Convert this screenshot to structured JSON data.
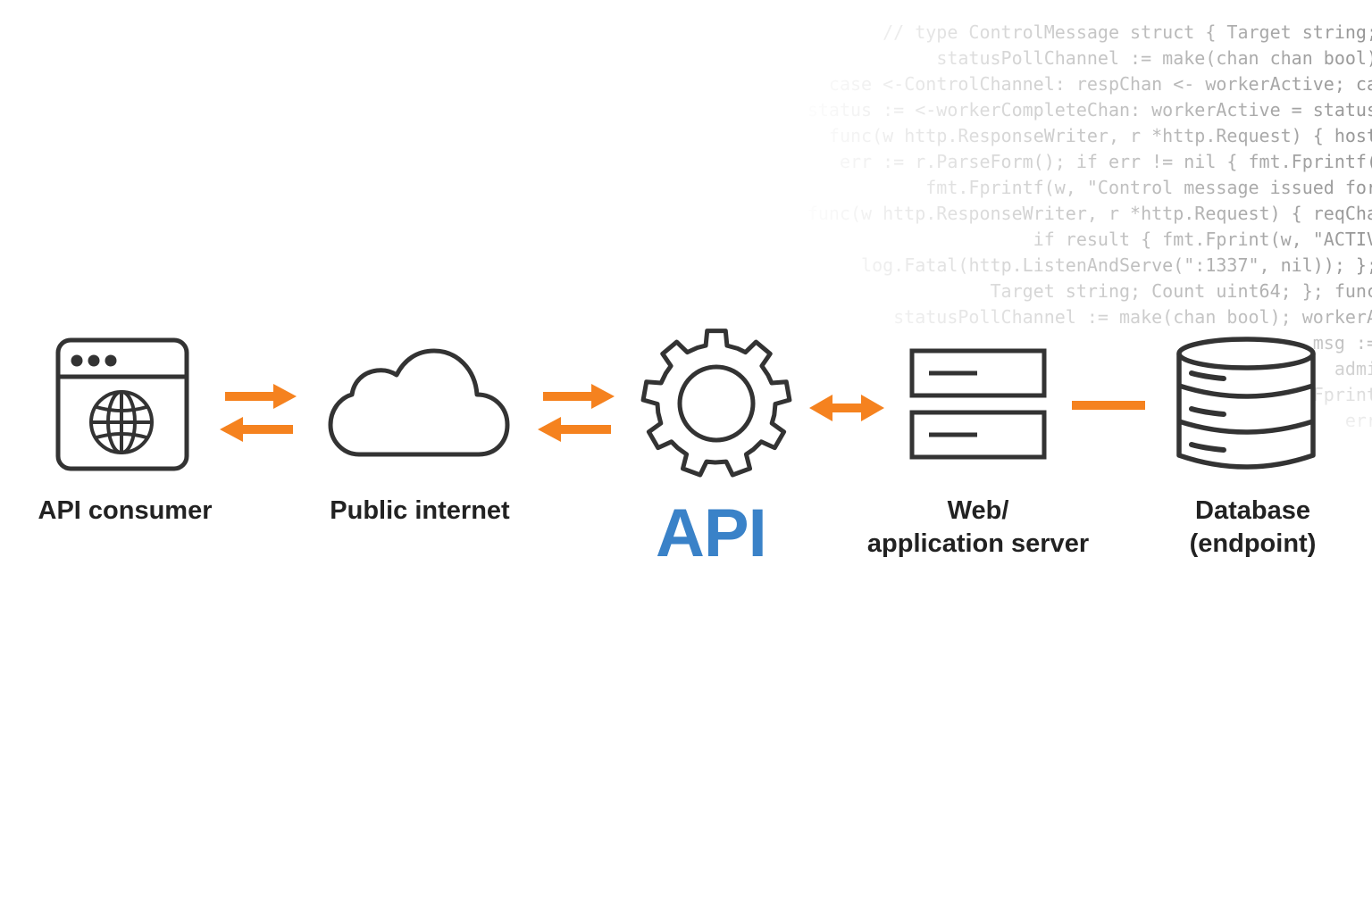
{
  "background_code": [
    "    // type ControlMessage struct { Target string;",
    "        statusPollChannel := make(chan chan bool)",
    "      case <-ControlChannel: respChan <- workerActive; ca",
    "        case status := <-workerCompleteChan: workerActive = status",
    "     func(w http.ResponseWriter, r *http.Request) { host",
    "          err := r.ParseForm(); if err != nil { fmt.Fprintf(",
    "             fmt.Fprintf(w, \"Control message issued for",
    "        func(w http.ResponseWriter, r *http.Request) { reqCha",
    "          if result { fmt.Fprint(w, \"ACTIV",
    "        log.Fatal(http.ListenAndServe(\":1337\", nil)); };",
    "          Target string; Count uint64; }; func",
    "        statusPollChannel := make(chan bool); workerA",
    "            msg :=",
    "                admi",
    "                 Fprint",
    "                  err"
  ],
  "nodes": [
    {
      "id": "api-consumer",
      "label_lines": [
        "API consumer"
      ],
      "icon": "browser-globe-icon"
    },
    {
      "id": "public-internet",
      "label_lines": [
        "Public internet"
      ],
      "icon": "cloud-icon"
    },
    {
      "id": "api",
      "label_lines": [
        "API"
      ],
      "icon": "gear-icon"
    },
    {
      "id": "web-app-server",
      "label_lines": [
        "Web/",
        "application server"
      ],
      "icon": "server-icon"
    },
    {
      "id": "database",
      "label_lines": [
        "Database",
        "(endpoint)"
      ],
      "icon": "database-icon"
    }
  ],
  "connectors": [
    {
      "from": "api-consumer",
      "to": "public-internet",
      "type": "bidirectional-split-arrows"
    },
    {
      "from": "public-internet",
      "to": "api",
      "type": "bidirectional-split-arrows"
    },
    {
      "from": "api",
      "to": "web-app-server",
      "type": "double-headed-arrow"
    },
    {
      "from": "web-app-server",
      "to": "database",
      "type": "line"
    }
  ],
  "colors": {
    "accent": "#f5821f",
    "api_label": "#3a82c8",
    "icon_stroke": "#333333",
    "label_text": "#222222"
  }
}
